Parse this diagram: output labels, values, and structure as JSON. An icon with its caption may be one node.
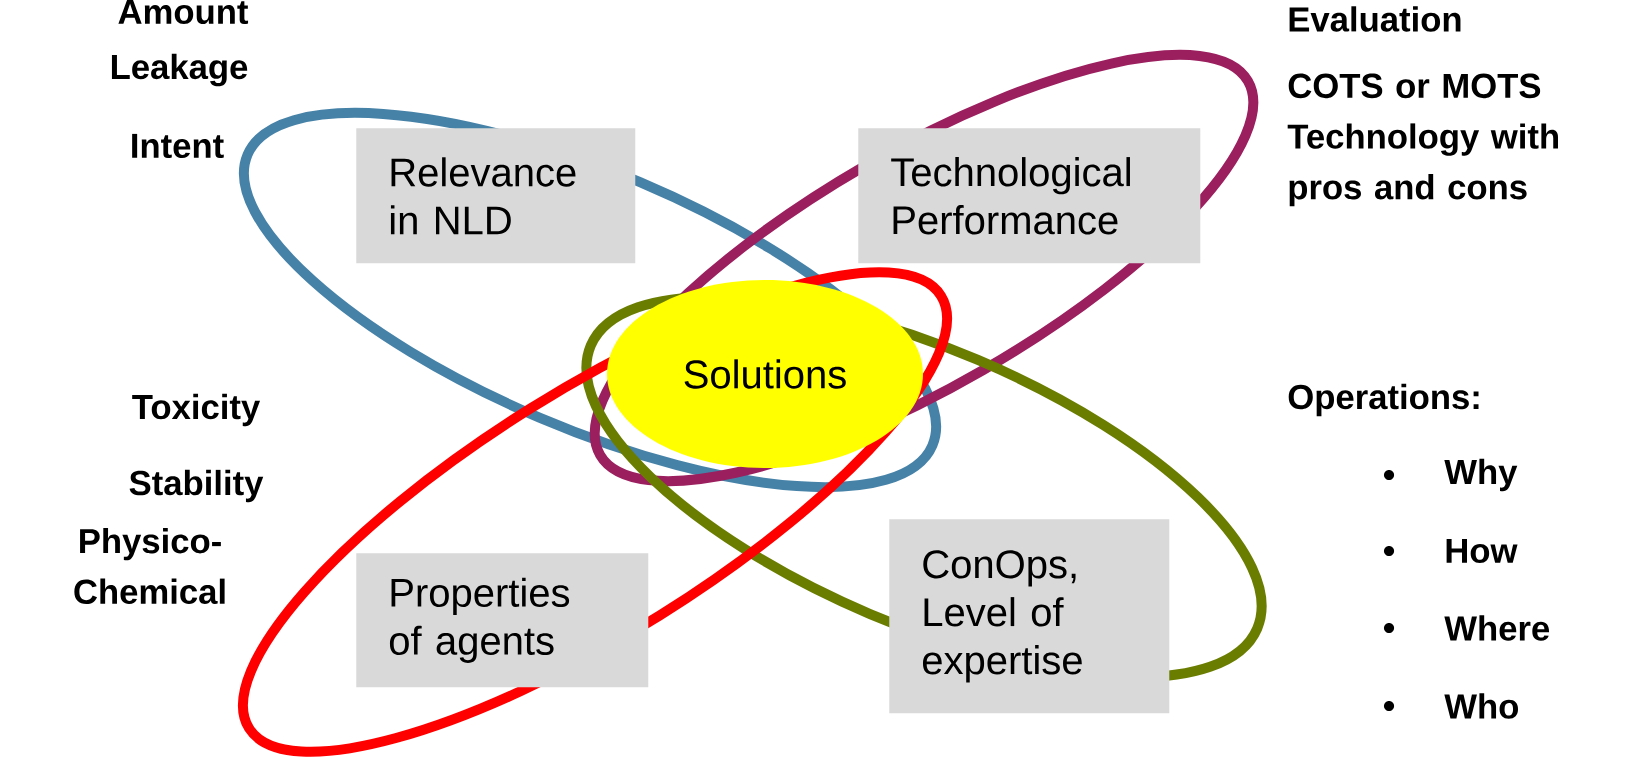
{
  "diagram": {
    "nodes": [
      {
        "text": [
          "Relevance in NLD"
        ]
      },
      {
        "text": [
          "Technological Performance"
        ]
      },
      {
        "text": [
          "Solutions"
        ]
      },
      {
        "text": [
          "Properties of agents"
        ]
      },
      {
        "text": [
          "ConOps, Level of expertise"
        ]
      }
    ],
    "labels": [
      "Amount",
      "Leakage",
      "Intent",
      "Toxicity",
      "Stability",
      "Physico-Chemical",
      "Evaluation",
      "COTS or MOTS Technology with pros and cons",
      "Operations:",
      "Why",
      "How",
      "Where",
      "Who"
    ]
  }
}
